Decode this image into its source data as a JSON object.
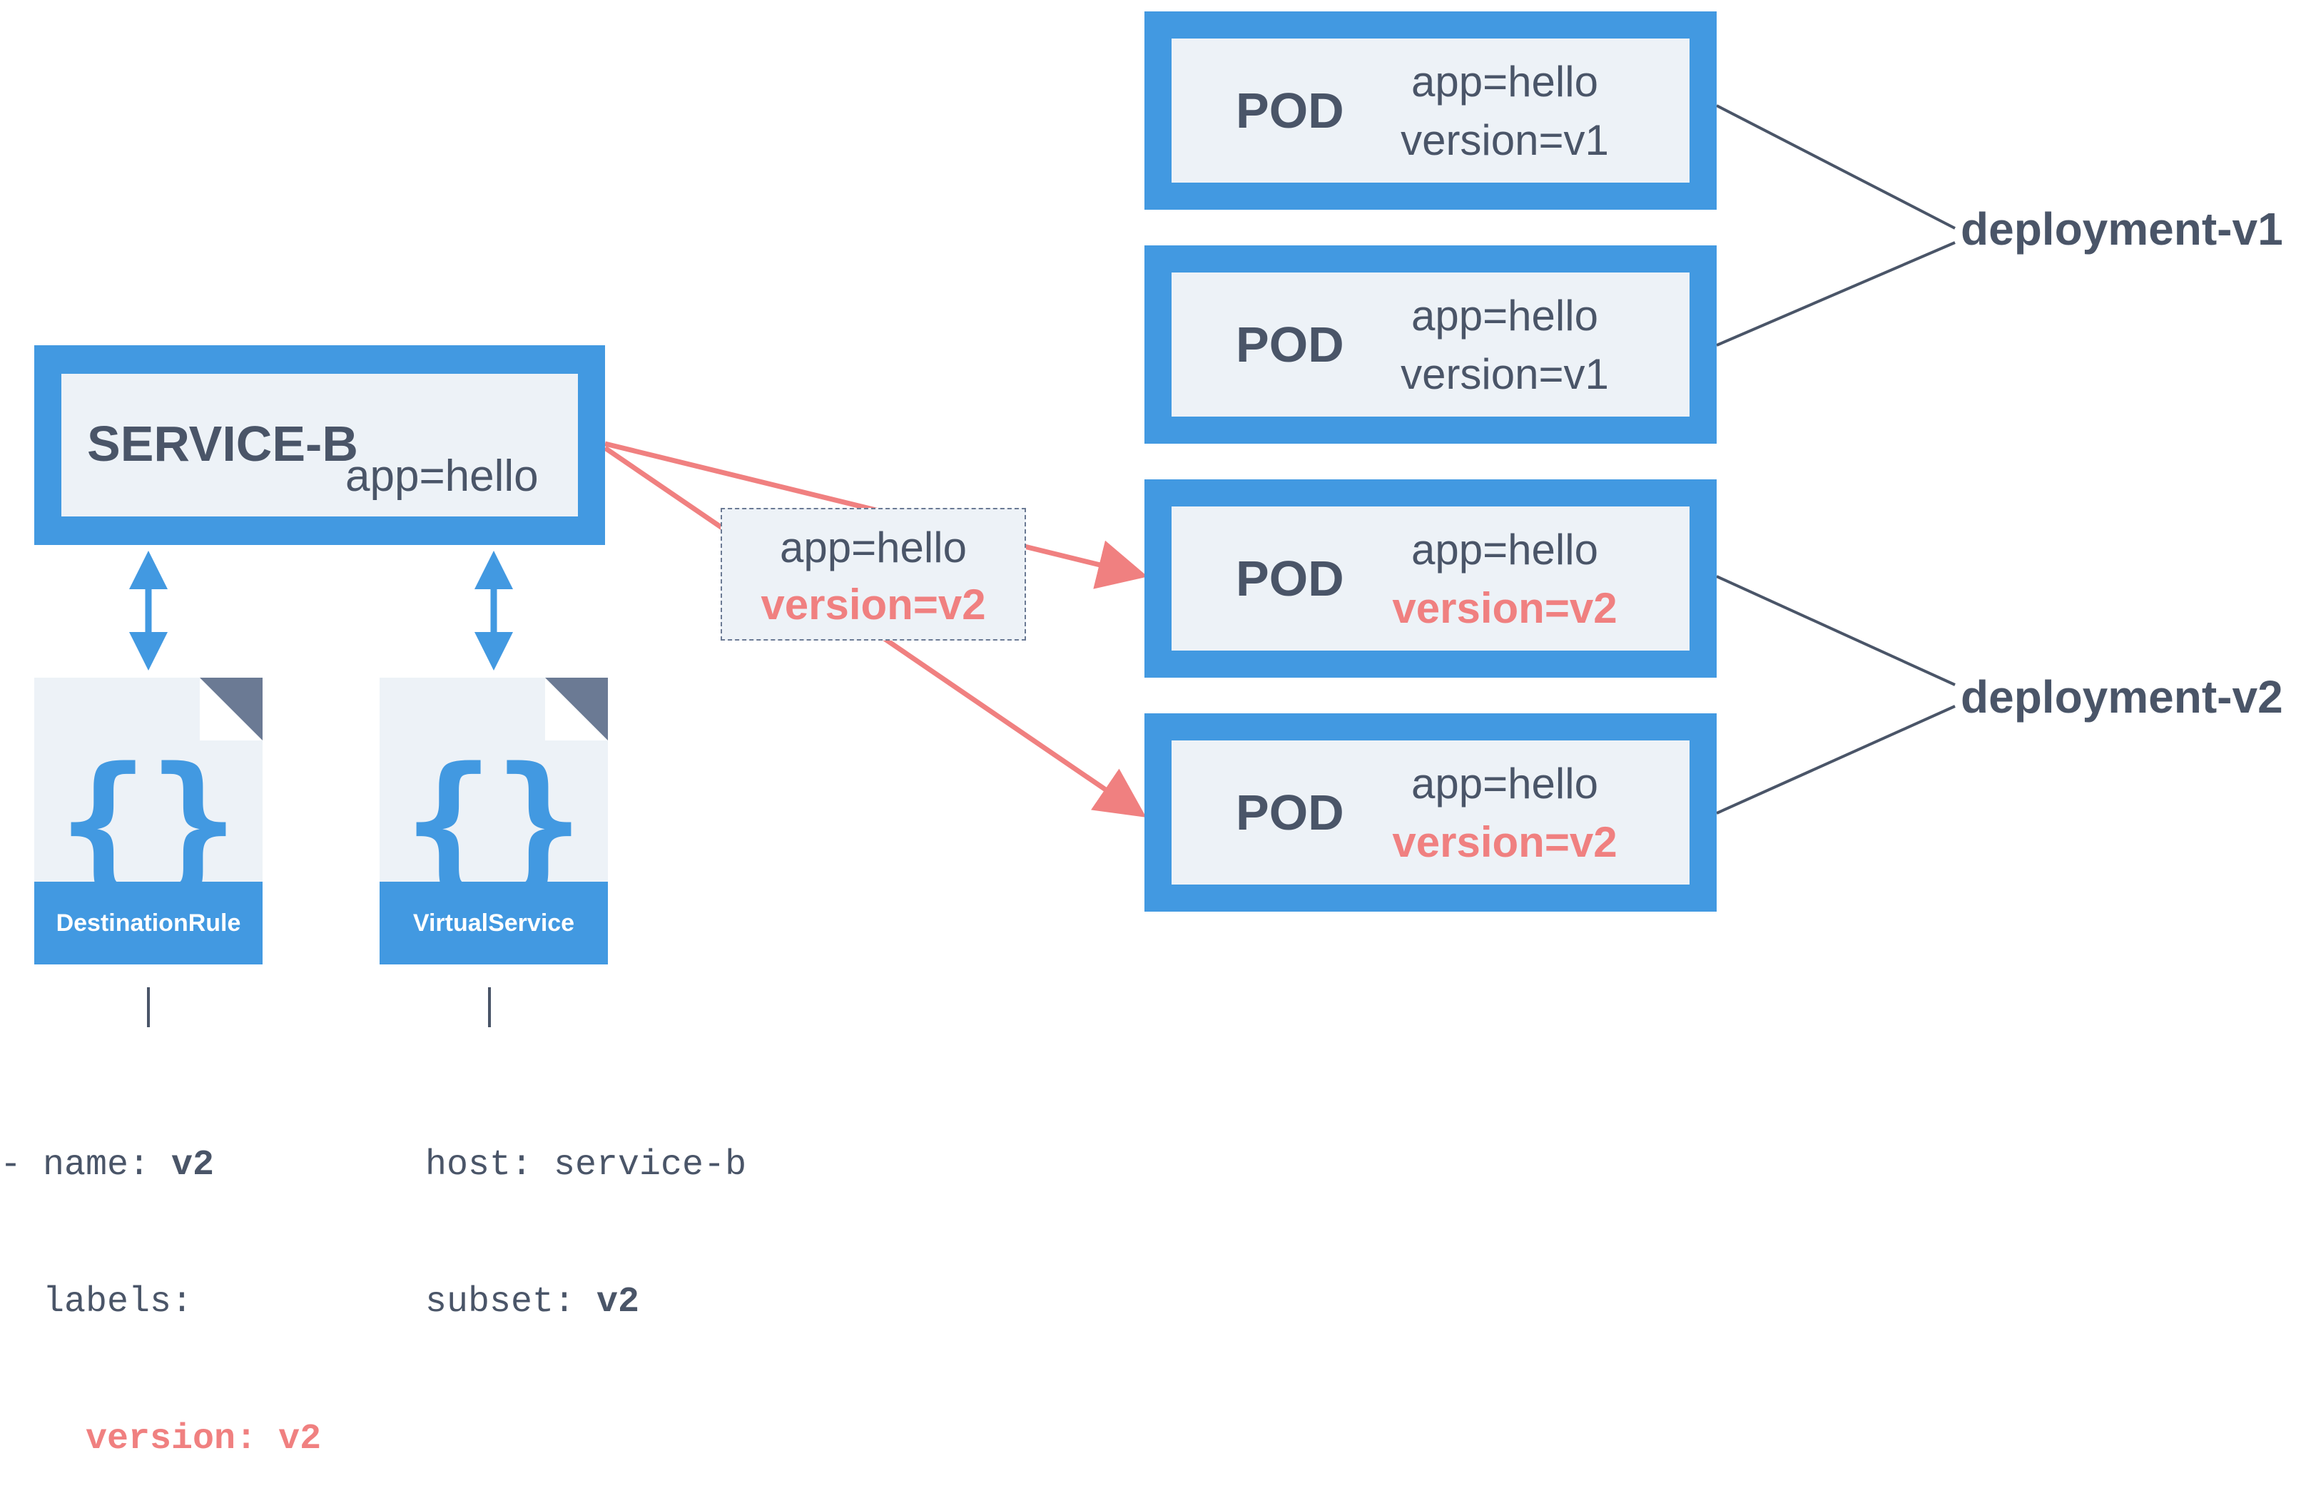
{
  "service": {
    "title": "SERVICE-B",
    "label": "app=hello"
  },
  "selector": {
    "app": "app=hello",
    "version": "version=v2"
  },
  "pods": [
    {
      "title": "POD",
      "app": "app=hello",
      "version": "version=v1"
    },
    {
      "title": "POD",
      "app": "app=hello",
      "version": "version=v1"
    },
    {
      "title": "POD",
      "app": "app=hello",
      "version": "version=v2"
    },
    {
      "title": "POD",
      "app": "app=hello",
      "version": "version=v2"
    }
  ],
  "deployments": {
    "v1": "deployment-v1",
    "v2": "deployment-v2"
  },
  "docs": {
    "destination_rule": {
      "name": "DestinationRule",
      "icon": "braces-icon"
    },
    "virtual_service": {
      "name": "VirtualService",
      "icon": "braces-icon"
    }
  },
  "code_destination": {
    "l1_prefix": "- name: ",
    "l1_value": "v2",
    "l2": "  labels:",
    "l3": "    version: v2"
  },
  "code_virtual": {
    "l1": "host: service-b",
    "l2_prefix": "subset: ",
    "l2_value": "v2"
  },
  "colors": {
    "accent": "#4299e1",
    "highlight": "#f08080",
    "text": "#4a5568",
    "panel": "#edf2f7"
  }
}
